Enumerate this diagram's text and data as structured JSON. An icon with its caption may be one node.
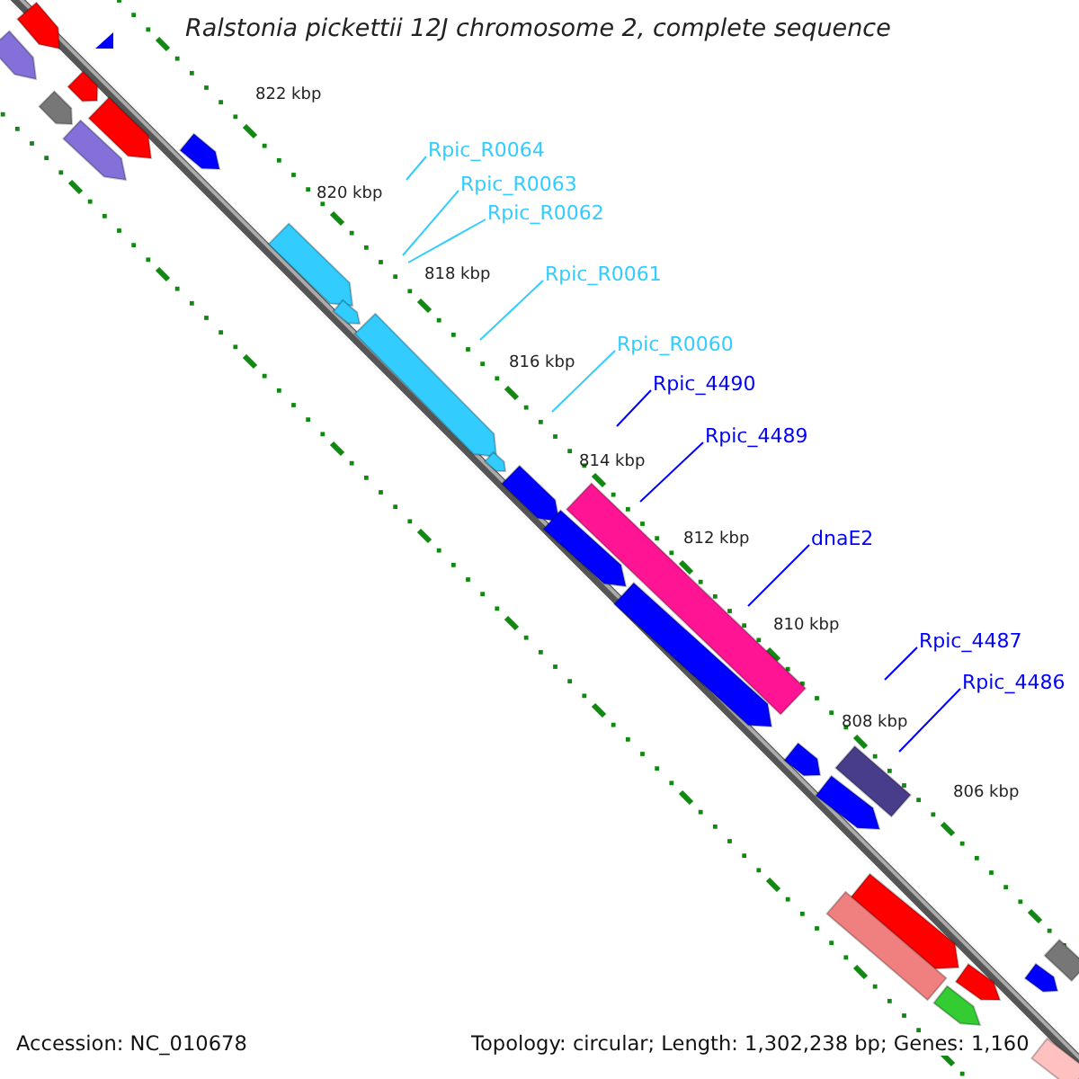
{
  "diagram": {
    "title": "Ralstonia pickettii 12J chromosome 2, complete sequence",
    "nodes": [
      {
        "text": [
          "Rpic_R0064"
        ]
      },
      {
        "text": [
          "Rpic_R0063"
        ]
      },
      {
        "text": [
          "Rpic_R0062"
        ]
      },
      {
        "text": [
          "Rpic_R0061"
        ]
      },
      {
        "text": [
          "Rpic_R0060"
        ]
      },
      {
        "text": [
          "Rpic_4490"
        ]
      },
      {
        "text": [
          "Rpic_4489"
        ]
      },
      {
        "text": [
          "dnaE2"
        ]
      },
      {
        "text": [
          "Rpic_4487"
        ]
      },
      {
        "text": [
          "Rpic_4486"
        ]
      }
    ],
    "edges": [
      {
        "from": 0,
        "to": null,
        "arrow": "none"
      },
      {
        "from": 1,
        "to": null,
        "arrow": "none"
      },
      {
        "from": 2,
        "to": null,
        "arrow": "none"
      },
      {
        "from": 3,
        "to": null,
        "arrow": "none"
      },
      {
        "from": 4,
        "to": null,
        "arrow": "none"
      },
      {
        "from": 5,
        "to": null,
        "arrow": "none",
        "color": "#0000ff"
      },
      {
        "from": 6,
        "to": null,
        "arrow": "none",
        "color": "#0000ff"
      },
      {
        "from": 7,
        "to": null,
        "arrow": "none",
        "color": "#0000ff"
      },
      {
        "from": 8,
        "to": null,
        "arrow": "none",
        "color": "#0000ff"
      },
      {
        "from": 9,
        "to": null,
        "arrow": "none",
        "color": "#0000ff"
      }
    ],
    "labels": [
      "822 kbp",
      "820 kbp",
      "818 kbp",
      "816 kbp",
      "814 kbp",
      "812 kbp",
      "810 kbp",
      "808 kbp",
      "806 kbp",
      "Accession: NC_010678",
      "Topology: circular; Length: 1,302,238 bp; Genes: 1,160"
    ]
  }
}
